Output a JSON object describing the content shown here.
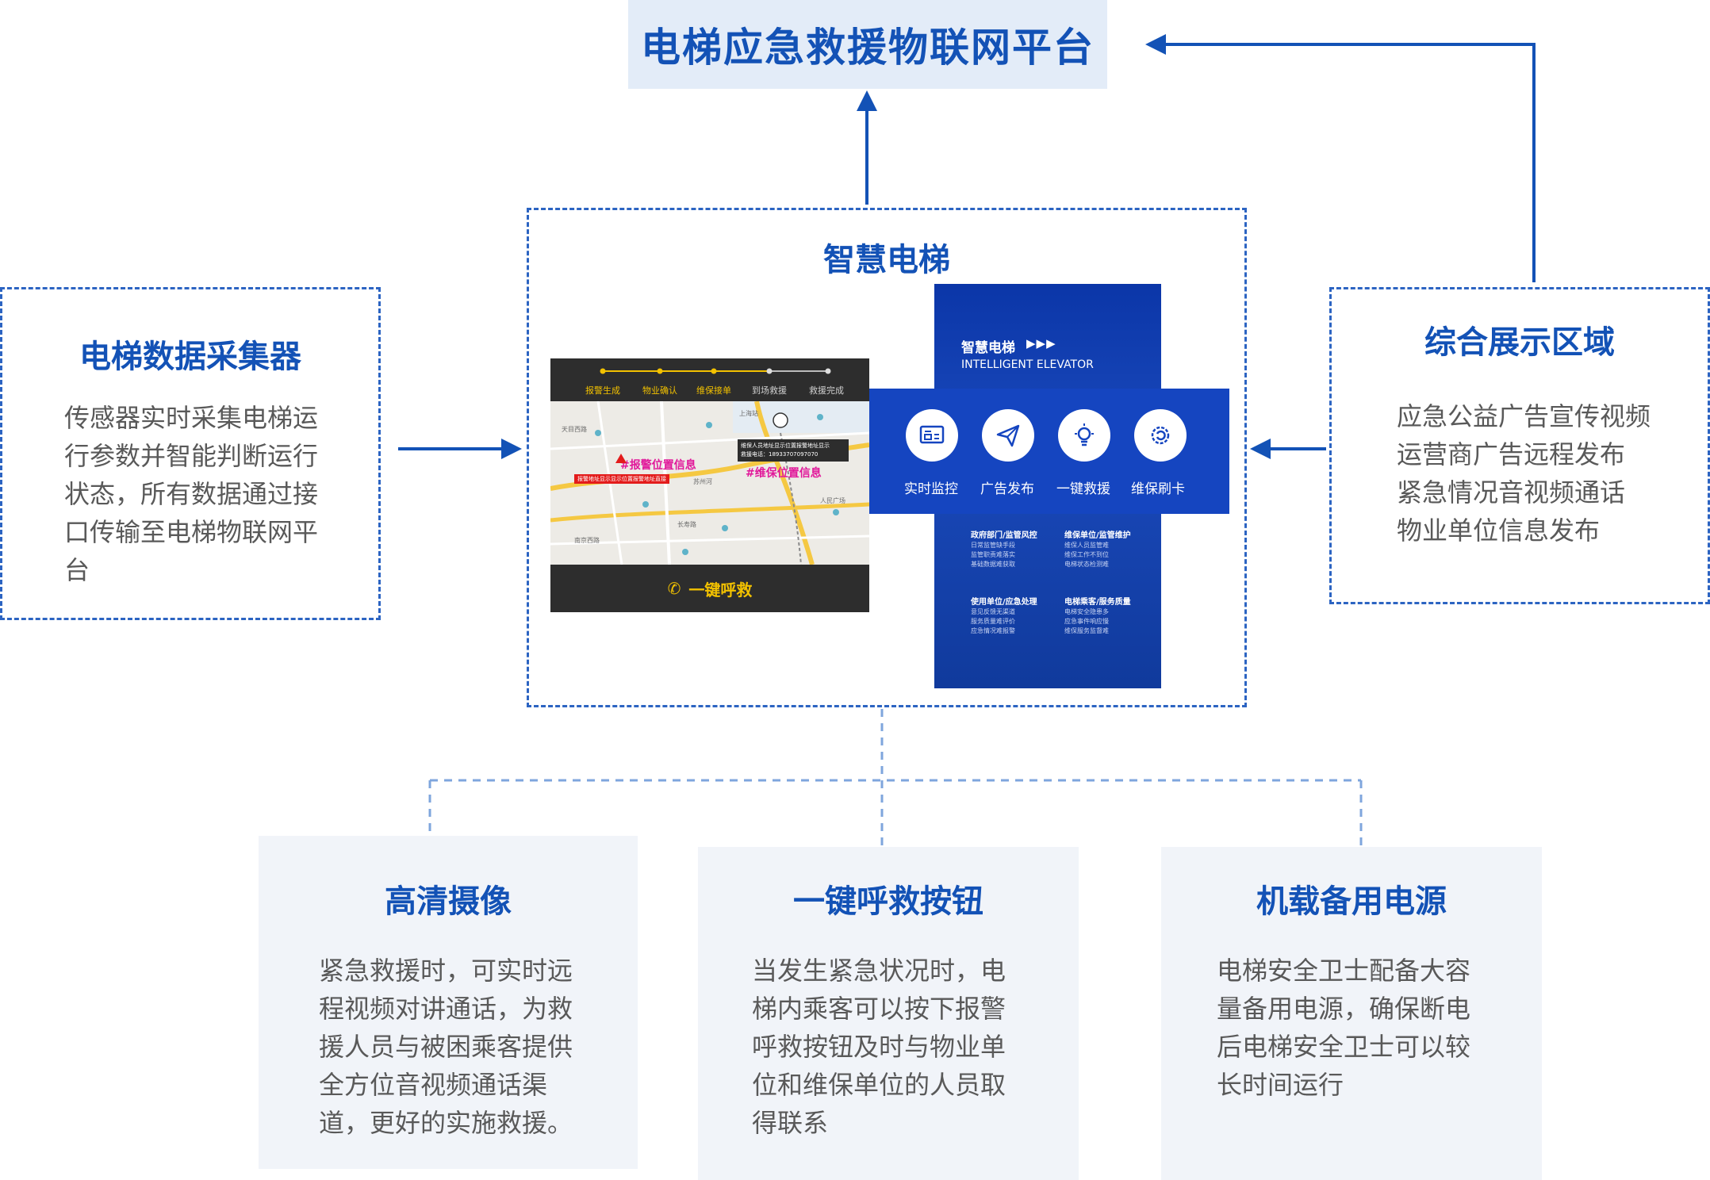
{
  "platform": {
    "title": "电梯应急救援物联网平台"
  },
  "collector": {
    "title": "电梯数据采集器",
    "lines": [
      "传感器实时采集电梯运",
      "行参数并智能判断运行",
      "状态，所有数据通过接",
      "口传输至电梯物联网平",
      "台"
    ]
  },
  "smart": {
    "title": "智慧电梯"
  },
  "display": {
    "title": "综合展示区域",
    "lines": [
      "应急公益广告宣传视频",
      "运营商广告远程发布",
      "紧急情况音视频通话",
      "物业单位信息发布"
    ]
  },
  "phone": {
    "steps": [
      "报警生成",
      "物业确认",
      "维保接单",
      "到场救援",
      "救援完成"
    ],
    "pin1": "#报警位置信息",
    "pin2": "#维保位置信息",
    "alert_tag": "报警地址显示显示位置报警地址直接",
    "info_line1": "维保人员地址显示位置报警地址显示",
    "info_line2": "救援电话：18933707097070",
    "map_labels": [
      "上海站",
      "天目西路",
      "苏州河",
      "长寿路",
      "南京西路",
      "人民广场"
    ],
    "call_label": "一键呼救"
  },
  "panel": {
    "title": "智慧电梯",
    "subtitle": "INTELLIGENT ELEVATOR",
    "icons": [
      {
        "name": "monitor-icon",
        "label": "实时监控"
      },
      {
        "name": "send-icon",
        "label": "广告发布"
      },
      {
        "name": "bulb-icon",
        "label": "一键救援"
      },
      {
        "name": "gear-icon",
        "label": "维保刷卡"
      }
    ],
    "sections": [
      {
        "title": "政府部门/监管风控",
        "lines": [
          "日常监管缺手段",
          "监管职责难落实",
          "基础数据难获取"
        ]
      },
      {
        "title": "维保单位/监管维护",
        "lines": [
          "维保人员监管难",
          "维保工作不到位",
          "电梯状态检测难"
        ]
      },
      {
        "title": "使用单位/应急处理",
        "lines": [
          "意见反馈无渠道",
          "服务质量难评价",
          "应急情况难报警"
        ]
      },
      {
        "title": "电梯乘客/服务质量",
        "lines": [
          "电梯安全隐患多",
          "应急事件响应慢",
          "维保服务监督难"
        ]
      }
    ]
  },
  "cards": [
    {
      "title": "高清摄像",
      "lines": [
        "紧急救援时，可实时远",
        "程视频对讲通话，为救",
        "援人员与被困乘客提供",
        "全方位音视频通话渠",
        "道，更好的实施救援。"
      ]
    },
    {
      "title": "一键呼救按钮",
      "lines": [
        "当发生紧急状况时，电",
        "梯内乘客可以按下报警",
        "呼救按钮及时与物业单",
        "位和维保单位的人员取",
        "得联系"
      ]
    },
    {
      "title": "机载备用电源",
      "lines": [
        "电梯安全卫士配备大容",
        "量备用电源，确保断电",
        "后电梯安全卫士可以较",
        "长时间运行"
      ]
    }
  ],
  "colors": {
    "primary": "#1352b6",
    "line": "#2c64c2",
    "connector": "#7fa6dd",
    "card_bg": "#f1f4f9",
    "title_bg": "#e3ecf8",
    "panel": "#1545c0",
    "text": "#595959"
  }
}
